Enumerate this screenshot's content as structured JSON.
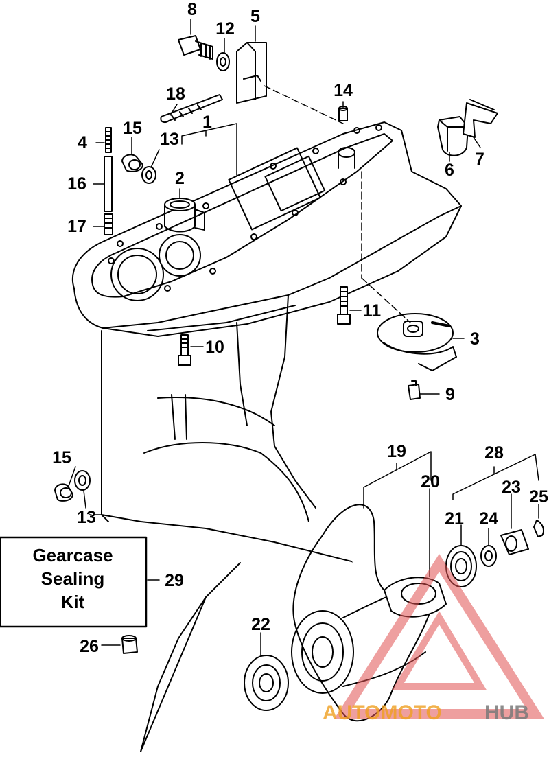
{
  "diagram": {
    "callouts": {
      "c1": "1",
      "c2": "2",
      "c3": "3",
      "c4": "4",
      "c5": "5",
      "c6": "6",
      "c7": "7",
      "c8": "8",
      "c9": "9",
      "c10": "10",
      "c11": "11",
      "c12": "12",
      "c13a": "13",
      "c13b": "13",
      "c14": "14",
      "c15a": "15",
      "c15b": "15",
      "c16": "16",
      "c17": "17",
      "c18": "18",
      "c19": "19",
      "c20": "20",
      "c21": "21",
      "c22": "22",
      "c23": "23",
      "c24": "24",
      "c25": "25",
      "c26": "26",
      "c28": "28",
      "c29": "29"
    },
    "kit_box": {
      "line1": "Gearcase",
      "line2": "Sealing",
      "line3": "Kit"
    },
    "watermark": {
      "part1": "AUTOMOTO",
      "part2": "HUB",
      "color1": "#f0a020",
      "color2": "#7a7a7a",
      "logo_color": "#e05050"
    }
  }
}
